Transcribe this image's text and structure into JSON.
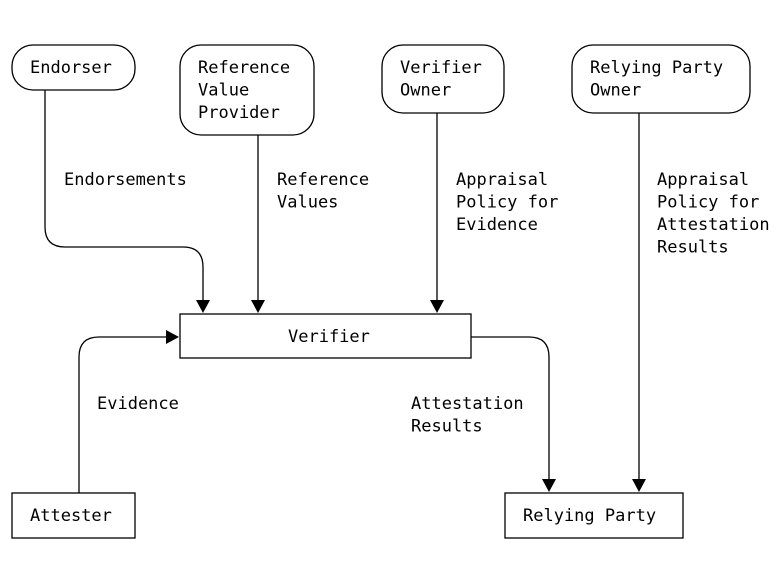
{
  "nodes": {
    "endorser": [
      "Endorser"
    ],
    "reference_value_provider": [
      "Reference",
      "Value",
      "Provider"
    ],
    "verifier_owner": [
      "Verifier",
      "Owner"
    ],
    "relying_party_owner": [
      "Relying Party",
      "Owner"
    ],
    "verifier": [
      "Verifier"
    ],
    "attester": [
      "Attester"
    ],
    "relying_party": [
      "Relying Party"
    ]
  },
  "edges": {
    "endorsements": [
      "Endorsements"
    ],
    "reference_values": [
      "Reference",
      "Values"
    ],
    "appraisal_policy_evidence": [
      "Appraisal",
      "Policy for",
      "Evidence"
    ],
    "appraisal_policy_results": [
      "Appraisal",
      "Policy for",
      "Attestation",
      "Results"
    ],
    "evidence": [
      "Evidence"
    ],
    "attestation_results": [
      "Attestation",
      "Results"
    ]
  }
}
